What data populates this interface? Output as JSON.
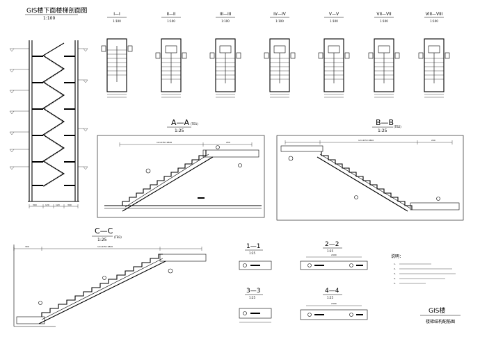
{
  "elevation": {
    "title": "GIS楼下面楼梯剖面图",
    "scale": "1:100",
    "dims_bottom": [
      "300",
      "120",
      "120",
      "300"
    ]
  },
  "plans": [
    {
      "title": "I—I",
      "scale": "1:100"
    },
    {
      "title": "II—II",
      "scale": "1:100"
    },
    {
      "title": "III—III",
      "scale": "1:100"
    },
    {
      "title": "IV—IV",
      "scale": "1:100"
    },
    {
      "title": "V—V",
      "scale": "1:100"
    },
    {
      "title": "VII—VII",
      "scale": "1:100"
    },
    {
      "title": "VIII—VIII",
      "scale": "1:100"
    }
  ],
  "sections": {
    "aa": {
      "title": "A—A",
      "scale": "1:25",
      "tag": "(TB1)",
      "dim_run": "12×235=2820",
      "dim_end": "200"
    },
    "bb": {
      "title": "B—B",
      "scale": "1:25",
      "tag": "(TB2)",
      "dim_run": "12×235=2820",
      "dim_end": "200"
    },
    "cc": {
      "title": "C—C",
      "scale": "1:25",
      "tag": "(TB3)",
      "dim_run": "12×235=2820",
      "dim_left": "300"
    }
  },
  "small_sections": [
    {
      "title": "1—1",
      "scale": "1:25",
      "width": ""
    },
    {
      "title": "2—2",
      "scale": "1:25",
      "width": "2400"
    },
    {
      "title": "3—3",
      "scale": "1:25",
      "width": ""
    },
    {
      "title": "4—4",
      "scale": "1:25",
      "width": "2400"
    }
  ],
  "notes": {
    "heading": "说明：",
    "lines": [
      "1.",
      "2.",
      "3.",
      "4.",
      "5."
    ]
  },
  "title_block": {
    "line1": "GIS楼",
    "line2": "楼梯结构配筋图"
  }
}
